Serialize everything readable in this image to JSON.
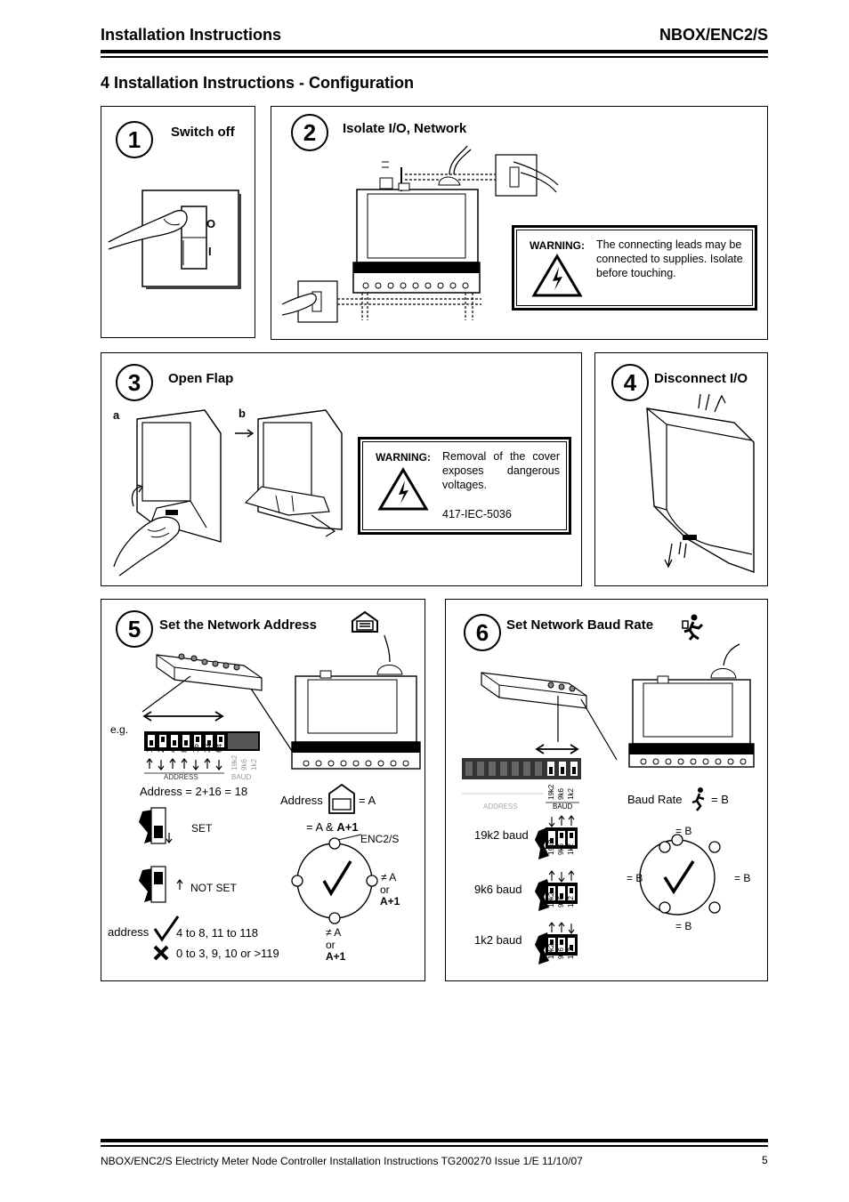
{
  "header": {
    "left": "Installation Instructions",
    "right": "NBOX/ENC2/S"
  },
  "section_title": "4 Installation Instructions - Configuration",
  "panels": {
    "p1": {
      "number": "1",
      "title": "Switch off",
      "switch_o": "O",
      "switch_i": "I"
    },
    "p2": {
      "number": "2",
      "title": "Isolate I/O, Network",
      "warning_label": "WARNING:",
      "warning_text": "The connecting leads may be connected to supplies. Isolate before touching."
    },
    "p3": {
      "number": "3",
      "title": "Open Flap",
      "label_a": "a",
      "label_b": "b",
      "warning_label": "WARNING:",
      "warning_text": "Removal of the cover exposes dangerous voltages.",
      "warning_code": "417-IEC-5036"
    },
    "p4": {
      "number": "4",
      "title": "Disconnect I/O"
    },
    "p5": {
      "number": "5",
      "title": "Set the Network Address",
      "eg": "e.g.",
      "dip_numbers": [
        "1",
        "2",
        "4",
        "8",
        "16",
        "32",
        "64"
      ],
      "baud_numbers": [
        "19k2",
        "9k6",
        "1k2"
      ],
      "address_label": "ADDRESS",
      "baud_label": "BAUD",
      "address_example": "Address = 2+16 = 18",
      "address_eq_left": "Address",
      "address_eq_right": "= A",
      "set": "SET",
      "not_set": "NOT SET",
      "eq_a_a1": "= A &",
      "a1_bold": "A+1",
      "enc2s": "ENC2/S",
      "neq_a_right": "≠ A",
      "or_right": "or",
      "a1_right": "A+1",
      "neq_a_bottom": "≠ A",
      "or_bottom": "or",
      "a1_bottom": "A+1",
      "address_word": "address",
      "valid_range": "4 to 8, 11 to 118",
      "invalid_range": "0 to 3, 9, 10 or >119"
    },
    "p6": {
      "number": "6",
      "title": "Set Network Baud Rate",
      "address_label": "ADDRESS",
      "baud_label": "BAUD",
      "baud_numbers": [
        "19k2",
        "9k6",
        "1k2"
      ],
      "baud_rate_left": "Baud Rate",
      "baud_rate_right": "= B",
      "b_top": "= B",
      "b_left": "= B",
      "b_right": "= B",
      "b_bottom": "= B",
      "r1": "19k2 baud",
      "r2": "9k6 baud",
      "r3": "1k2 baud"
    }
  },
  "footer": {
    "text": "NBOX/ENC2/S Electricty Meter Node Controller Installation Instructions TG200270 Issue 1/E 11/10/07",
    "page": "5"
  },
  "colors": {
    "ink": "#000000",
    "paper": "#ffffff",
    "grey": "#9a9a9a"
  }
}
